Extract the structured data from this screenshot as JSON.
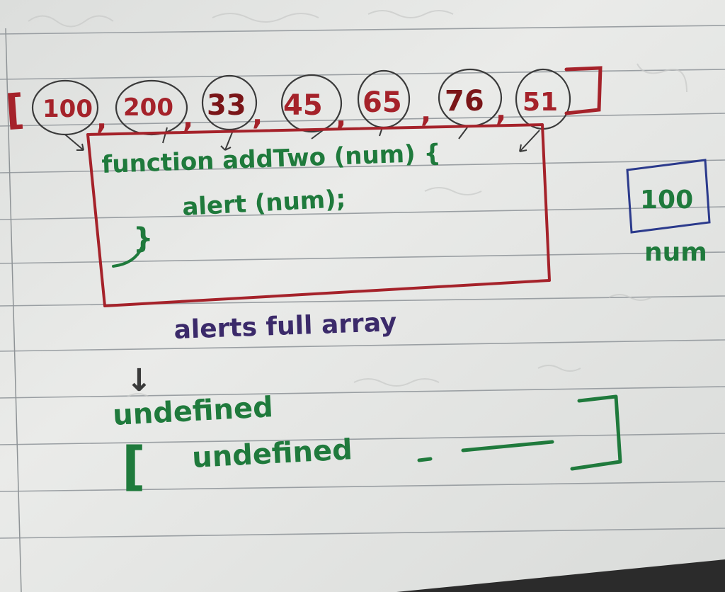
{
  "array": {
    "open_bracket": "[",
    "close_bracket": "]",
    "items": [
      "100",
      "200",
      "33",
      "45",
      "65",
      "76",
      "51"
    ],
    "separator": ","
  },
  "code": {
    "line1": "function addTwo (num) {",
    "line2": "alert (num);",
    "line3": "}"
  },
  "variable": {
    "value": "100",
    "name": "num"
  },
  "notes": {
    "alerts": "alerts full array",
    "arrow": "↓",
    "undefined": "undefined",
    "result_open": "[",
    "result_text": "undefined",
    "result_close": "]"
  },
  "colors": {
    "paper": "#e7e8e6",
    "rule_line": "#9a9fa3",
    "red_ink": "#a5222a",
    "dark_red_ink": "#7a1518",
    "green_ink": "#1f7a3c",
    "purple_ink": "#3b2a6a",
    "blue_ink": "#2b3a8c"
  }
}
